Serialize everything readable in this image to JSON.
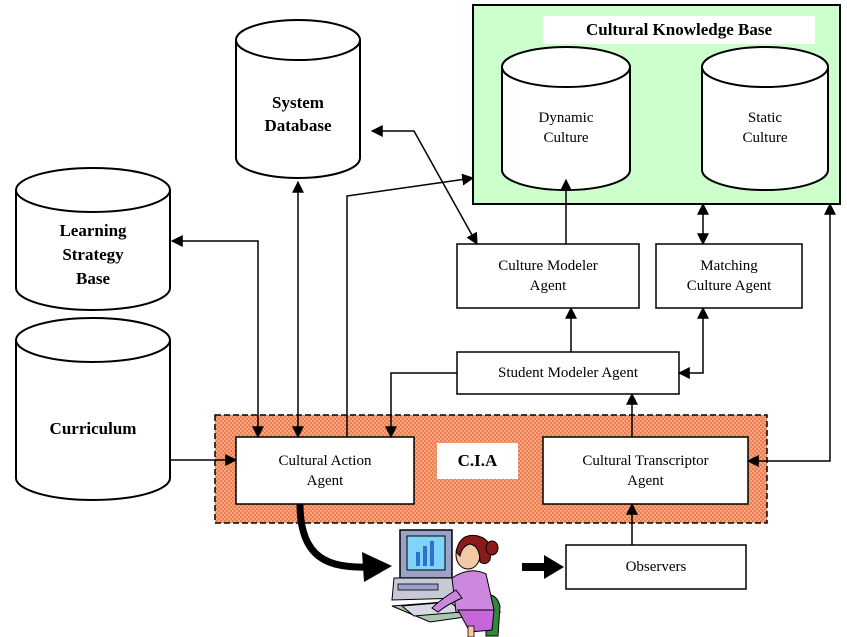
{
  "knowledge_base": {
    "title": "Cultural Knowledge Base",
    "dynamic_line1": "Dynamic",
    "dynamic_line2": "Culture",
    "static_line1": "Static",
    "static_line2": "Culture"
  },
  "databases": {
    "system_line1": "System",
    "system_line2": "Database",
    "learning_line1": "Learning",
    "learning_line2": "Strategy",
    "learning_line3": "Base",
    "curriculum": "Curriculum"
  },
  "agents": {
    "culture_modeler_line1": "Culture Modeler",
    "culture_modeler_line2": "Agent",
    "matching_line1": "Matching",
    "matching_line2": "Culture Agent",
    "student_modeler": "Student Modeler Agent",
    "action_line1": "Cultural Action",
    "action_line2": "Agent",
    "transcriptor_line1": "Cultural Transcriptor",
    "transcriptor_line2": "Agent",
    "observers": "Observers"
  },
  "cia": {
    "label": "C.I.A"
  },
  "colors": {
    "knowledge_base_fill": "#ccffcc",
    "cia_fill": "#f9a37f",
    "cia_dots": "#d9551f",
    "line": "#000000"
  }
}
